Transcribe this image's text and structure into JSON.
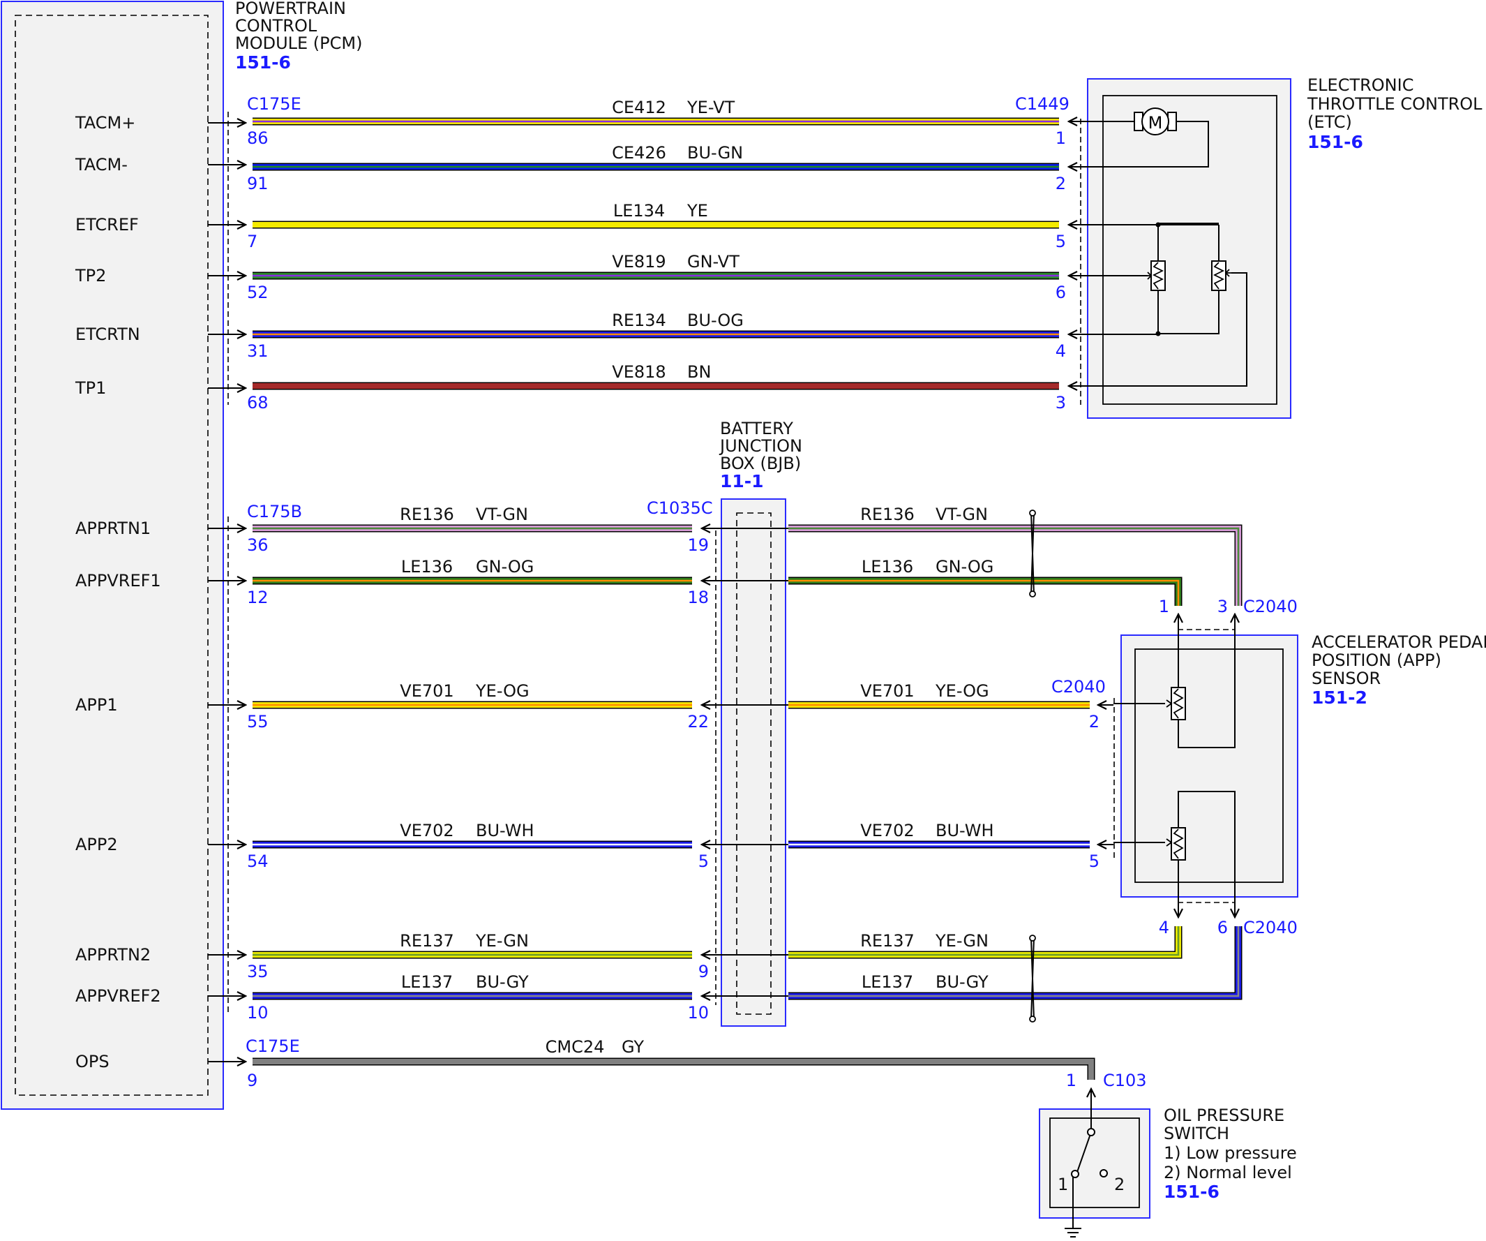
{
  "pcm": {
    "title": [
      "POWERTRAIN",
      "CONTROL",
      "MODULE (PCM)"
    ],
    "ref": "151-6",
    "pins": [
      "TACM+",
      "TACM-",
      "ETCREF",
      "TP2",
      "ETCRTN",
      "TP1",
      "APPRTN1",
      "APPVREF1",
      "APP1",
      "APP2",
      "APPRTN2",
      "APPVREF2",
      "OPS"
    ]
  },
  "connectors": {
    "c175e": "C175E",
    "c175b": "C175B",
    "c1449": "C1449",
    "c1035c": "C1035C",
    "c2040": "C2040",
    "c103": "C103"
  },
  "etc": {
    "title": [
      "ELECTRONIC",
      "THROTTLE CONTROL",
      "(ETC)"
    ],
    "ref": "151-6",
    "motor_symbol": "M"
  },
  "bjb": {
    "title": [
      "BATTERY",
      "JUNCTION",
      "BOX (BJB)"
    ],
    "ref": "11-1"
  },
  "app_sensor": {
    "title": [
      "ACCELERATOR PEDAL",
      "POSITION (APP)",
      "SENSOR"
    ],
    "ref": "151-2"
  },
  "ops_switch": {
    "title": [
      "OIL PRESSURE",
      "SWITCH",
      "1) Low pressure",
      "2) Normal level"
    ],
    "ref": "151-6",
    "contacts": [
      "1",
      "2"
    ]
  },
  "etc_circuits": [
    {
      "circuit": "CE412",
      "color_code": "YE-VT",
      "pcm_pin": "86",
      "etc_pin": "1",
      "wire_colors": [
        "#f2e100",
        "#8a2be2"
      ]
    },
    {
      "circuit": "CE426",
      "color_code": "BU-GN",
      "pcm_pin": "91",
      "etc_pin": "2",
      "wire_colors": [
        "#0a1ee6",
        "#1f8a1f"
      ]
    },
    {
      "circuit": "LE134",
      "color_code": "YE",
      "pcm_pin": "7",
      "etc_pin": "5",
      "wire_colors": [
        "#f5eb00",
        "#f5eb00"
      ]
    },
    {
      "circuit": "VE819",
      "color_code": "GN-VT",
      "pcm_pin": "52",
      "etc_pin": "6",
      "wire_colors": [
        "#2a8a2a",
        "#8a2be2"
      ]
    },
    {
      "circuit": "RE134",
      "color_code": "BU-OG",
      "pcm_pin": "31",
      "etc_pin": "4",
      "wire_colors": [
        "#1a1ae6",
        "#ff8c00"
      ]
    },
    {
      "circuit": "VE818",
      "color_code": "BN",
      "pcm_pin": "68",
      "etc_pin": "3",
      "wire_colors": [
        "#a52a2a",
        "#a52a2a"
      ]
    }
  ],
  "app_circuits": [
    {
      "circuit": "RE136",
      "color_code": "VT-GN",
      "pcm_pin": "36",
      "bjb_pin": "19",
      "sensor_pin": "3",
      "wire_colors": [
        "#d79bd7",
        "#4a8a3a"
      ]
    },
    {
      "circuit": "LE136",
      "color_code": "GN-OG",
      "pcm_pin": "12",
      "bjb_pin": "18",
      "sensor_pin": "1",
      "wire_colors": [
        "#2e7d1a",
        "#ff8c00"
      ]
    },
    {
      "circuit": "VE701",
      "color_code": "YE-OG",
      "pcm_pin": "55",
      "bjb_pin": "22",
      "sensor_pin": "2",
      "wire_colors": [
        "#f5e600",
        "#ff8c00"
      ]
    },
    {
      "circuit": "VE702",
      "color_code": "BU-WH",
      "pcm_pin": "54",
      "bjb_pin": "5",
      "sensor_pin": "5",
      "wire_colors": [
        "#1a1ae6",
        "#ffffff"
      ]
    },
    {
      "circuit": "RE137",
      "color_code": "YE-GN",
      "pcm_pin": "35",
      "bjb_pin": "9",
      "sensor_pin": "4",
      "wire_colors": [
        "#eaea00",
        "#6a9a2a"
      ]
    },
    {
      "circuit": "LE137",
      "color_code": "BU-GY",
      "pcm_pin": "10",
      "bjb_pin": "10",
      "sensor_pin": "6",
      "wire_colors": [
        "#1a1ae6",
        "#888888"
      ]
    }
  ],
  "ops_circuit": {
    "circuit": "CMC24",
    "color_code": "GY",
    "pcm_pin": "9",
    "switch_pin": "1",
    "wire_colors": [
      "#808080",
      "#808080"
    ]
  }
}
